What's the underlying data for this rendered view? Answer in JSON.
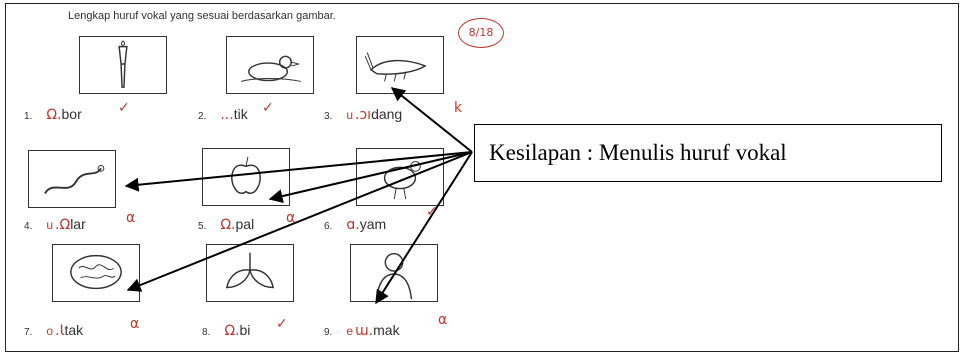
{
  "worksheet": {
    "instruction": "Lengkap huruf vokal yang sesuai berdasarkan gambar.",
    "score": "8/18",
    "items": [
      {
        "num": "1.",
        "written": "",
        "blank": "Ω.",
        "rest": "bor",
        "mark": "tick"
      },
      {
        "num": "2.",
        "written": "",
        "blank": "...",
        "rest": "tik",
        "mark": "tick"
      },
      {
        "num": "3.",
        "written": "u",
        "blank": ".ɔı",
        "rest": "dang",
        "mark": "k"
      },
      {
        "num": "4.",
        "written": "u",
        "blank": ".Ω",
        "rest": "lar",
        "mark": "α"
      },
      {
        "num": "5.",
        "written": "",
        "blank": "Ω.",
        "rest": "pal",
        "mark": "α"
      },
      {
        "num": "6.",
        "written": "",
        "blank": "ɑ.",
        "rest": "yam",
        "mark": "tick"
      },
      {
        "num": "7.",
        "written": "o",
        "blank": ".Ɩ",
        "rest": "tak",
        "mark": "α"
      },
      {
        "num": "8.",
        "written": "",
        "blank": "Ω.",
        "rest": "bi",
        "mark": "tick"
      },
      {
        "num": "9.",
        "written": "e",
        "blank": "ɯ.",
        "rest": "mak",
        "mark": "α"
      }
    ]
  },
  "callout": {
    "text": "Kesilapan : Menulis huruf vokal"
  },
  "colors": {
    "correction_ink": "#c0392b",
    "border": "#000000"
  },
  "icons": [
    "torch-icon",
    "duck-icon",
    "shrimp-icon",
    "snake-icon",
    "apple-icon",
    "chicken-icon",
    "brain-icon",
    "leaf-icon",
    "woman-icon"
  ]
}
